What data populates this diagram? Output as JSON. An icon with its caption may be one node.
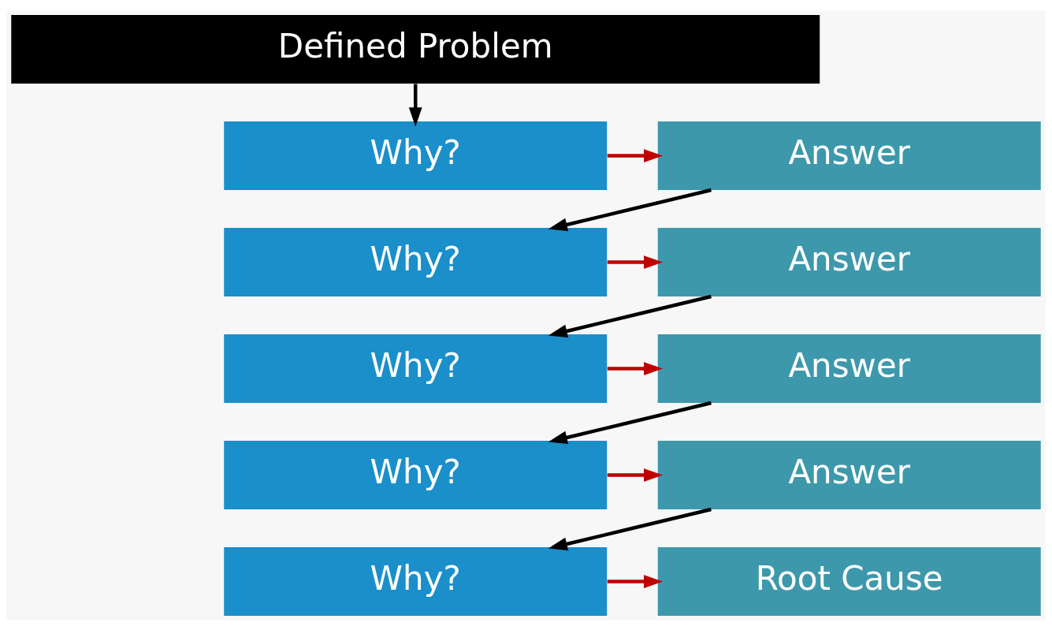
{
  "diagram": {
    "nodes": [
      {
        "text": [
          "Defined Problem"
        ]
      },
      {
        "text": [
          "Why?"
        ]
      },
      {
        "text": [
          "Answer"
        ]
      },
      {
        "text": [
          "Why?"
        ]
      },
      {
        "text": [
          "Answer"
        ]
      },
      {
        "text": [
          "Why?"
        ]
      },
      {
        "text": [
          "Answer"
        ]
      },
      {
        "text": [
          "Why?"
        ]
      },
      {
        "text": [
          "Answer"
        ]
      },
      {
        "text": [
          "Why?"
        ]
      },
      {
        "text": [
          "Root Cause"
        ]
      }
    ],
    "edges": [
      {
        "from": 0,
        "to": 1,
        "arrow": "to",
        "color": "#000000"
      },
      {
        "from": 1,
        "to": 2,
        "arrow": "to",
        "color": "#c00000"
      },
      {
        "from": 2,
        "to": 3,
        "arrow": "to",
        "color": "#000000"
      },
      {
        "from": 3,
        "to": 4,
        "arrow": "to",
        "color": "#c00000"
      },
      {
        "from": 4,
        "to": 5,
        "arrow": "to",
        "color": "#000000"
      },
      {
        "from": 5,
        "to": 6,
        "arrow": "to",
        "color": "#c00000"
      },
      {
        "from": 6,
        "to": 7,
        "arrow": "to",
        "color": "#000000"
      },
      {
        "from": 7,
        "to": 8,
        "arrow": "to",
        "color": "#c00000"
      },
      {
        "from": 8,
        "to": 9,
        "arrow": "to",
        "color": "#000000"
      },
      {
        "from": 9,
        "to": 10,
        "arrow": "to",
        "color": "#c00000"
      }
    ]
  }
}
